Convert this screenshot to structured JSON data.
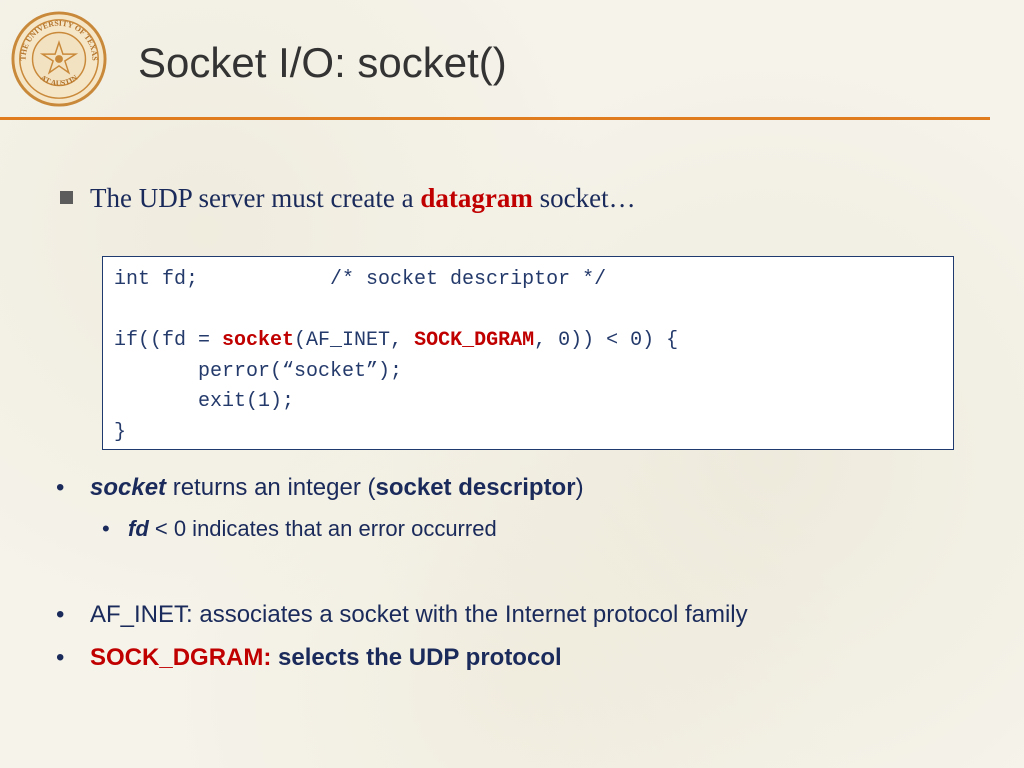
{
  "slide": {
    "title": "Socket I/O: socket()",
    "seal": {
      "outer_text": "THE UNIVERSITY OF TEXAS",
      "bottom_text": "AT AUSTIN",
      "colors": {
        "ring": "#c9893a",
        "fill": "#f3e2c2"
      }
    },
    "main_bullet": {
      "before": "The UDP server must create a ",
      "highlight": "datagram",
      "after": " socket…"
    },
    "code": {
      "line1": "int fd;           /* socket descriptor */",
      "line2": "",
      "line3_pre": "if((fd = ",
      "line3_kw1": "socket",
      "line3_mid": "(AF_INET, ",
      "line3_kw2": "SOCK_DGRAM",
      "line3_post": ", 0)) < 0) {",
      "line4": "       perror(“socket”);",
      "line5": "       exit(1);",
      "line6": "}"
    },
    "bullets": {
      "b1": {
        "em": "socket",
        "text": " returns an integer (",
        "bold": "socket descriptor",
        "close": ")"
      },
      "b1_sub": {
        "em": "fd",
        "text": " < 0 indicates that an error occurred"
      },
      "b2": {
        "text": "AF_INET: associates a socket with the Internet protocol family"
      },
      "b3": {
        "red": "SOCK_DGRAM:",
        "bold": " selects the UDP protocol"
      },
      "dot": "•"
    },
    "colors": {
      "accent_rule": "#e07b1e",
      "highlight_red": "#c00000",
      "text_navy": "#1a2a5a",
      "code_border": "#1f3a6e"
    }
  }
}
